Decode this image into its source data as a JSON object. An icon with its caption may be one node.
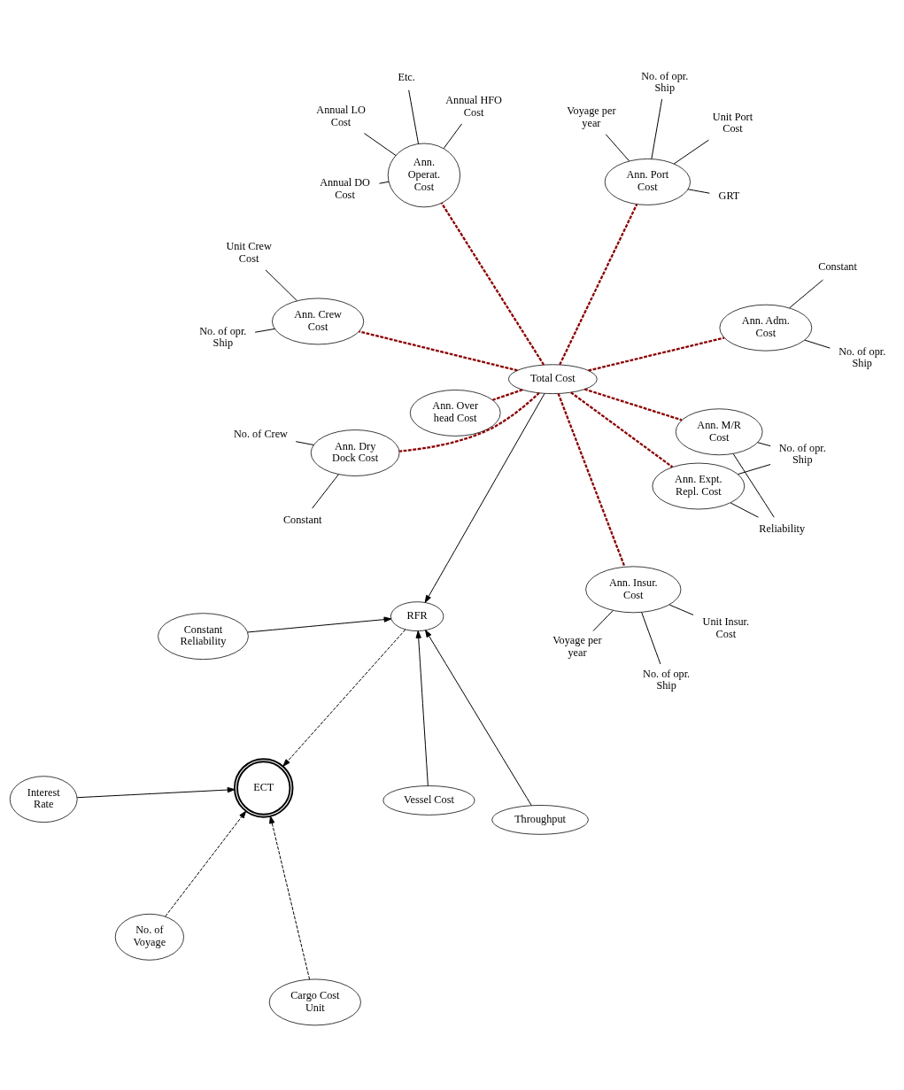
{
  "diagram": {
    "nodes": [
      {
        "text": [
          "No. of Voyage"
        ]
      },
      {
        "text": [
          "Cargo Cost Unit"
        ]
      },
      {
        "text": [
          "ECT"
        ]
      },
      {
        "text": [
          "Interest Rate"
        ]
      },
      {
        "text": [
          "Throughput"
        ]
      },
      {
        "text": [
          "Constant Reliability"
        ]
      },
      {
        "text": [
          "RFR"
        ]
      },
      {
        "text": [
          "Vessel Cost"
        ]
      },
      {
        "text": [
          "Ann. Crew Cost"
        ]
      },
      {
        "text": [
          "Ann. Dry Dock Cost"
        ]
      },
      {
        "text": [
          "Ann. Port Cost"
        ]
      },
      {
        "text": [
          "Ann. Over head Cost"
        ]
      },
      {
        "text": [
          "Total Cost"
        ]
      },
      {
        "text": [
          "Ann. Adm. Cost"
        ]
      },
      {
        "text": [
          "Ann. M/R Cost"
        ]
      },
      {
        "text": [
          "Ann. Expt. Repl. Cost"
        ]
      },
      {
        "text": [
          "Ann. Insur. Cost"
        ]
      },
      {
        "text": [
          "Ann. Operat. Cost"
        ]
      },
      {
        "text": [
          "No. of opr. Ship"
        ]
      },
      {
        "text": [
          "Unit Crew Cost"
        ]
      },
      {
        "text": [
          "No. of Crew"
        ]
      },
      {
        "text": [
          "Constant"
        ]
      },
      {
        "text": [
          "No. of opr. Ship"
        ]
      },
      {
        "text": [
          "Unit Port Cost"
        ]
      },
      {
        "text": [
          "Voyage per year"
        ]
      },
      {
        "text": [
          "GRT"
        ]
      },
      {
        "text": [
          "No. of opr. Ship"
        ]
      },
      {
        "text": [
          "Constant"
        ]
      },
      {
        "text": [
          "Reliability"
        ]
      },
      {
        "text": [
          "No. of opr. Ship"
        ]
      },
      {
        "text": [
          "Etc."
        ]
      },
      {
        "text": [
          "Unit Insur. Cost"
        ]
      },
      {
        "text": [
          "No. of opr. Ship"
        ]
      },
      {
        "text": [
          "Voyage per year"
        ]
      },
      {
        "text": [
          "Annual HFO Cost"
        ]
      },
      {
        "text": [
          "Annual DO Cost"
        ]
      },
      {
        "text": [
          "Annual LO Cost"
        ]
      }
    ],
    "edges": [
      {
        "from": 0,
        "to": 2,
        "arrow": "to",
        "style": "dashed"
      },
      {
        "from": 1,
        "to": 2,
        "arrow": "to",
        "style": "dashed"
      },
      {
        "from": 3,
        "to": 2,
        "arrow": "to"
      },
      {
        "from": 6,
        "to": 2,
        "arrow": "to",
        "style": "dashed"
      },
      {
        "from": 4,
        "to": 6,
        "arrow": "to"
      },
      {
        "from": 5,
        "to": 6,
        "arrow": "to"
      },
      {
        "from": 7,
        "to": 6,
        "arrow": "to"
      },
      {
        "from": 12,
        "to": 6,
        "arrow": "to"
      },
      {
        "from": 12,
        "to": 8,
        "arrow": "none",
        "style": "dashed",
        "color": "#8b0000"
      },
      {
        "from": 12,
        "to": 9,
        "arrow": "none",
        "style": "dashed",
        "color": "#8b0000"
      },
      {
        "from": 12,
        "to": 10,
        "arrow": "none",
        "style": "dashed",
        "color": "#8b0000"
      },
      {
        "from": 12,
        "to": 11,
        "arrow": "none",
        "style": "dashed",
        "color": "#8b0000"
      },
      {
        "from": 12,
        "to": 13,
        "arrow": "none",
        "style": "dashed",
        "color": "#8b0000"
      },
      {
        "from": 12,
        "to": 14,
        "arrow": "none",
        "style": "dashed",
        "color": "#8b0000"
      },
      {
        "from": 12,
        "to": 15,
        "arrow": "none",
        "style": "dashed",
        "color": "#8b0000"
      },
      {
        "from": 12,
        "to": 16,
        "arrow": "none",
        "style": "dashed",
        "color": "#8b0000"
      },
      {
        "from": 12,
        "to": 17,
        "arrow": "none",
        "style": "dashed",
        "color": "#8b0000"
      },
      {
        "from": 18,
        "to": 8,
        "arrow": "none"
      },
      {
        "from": 19,
        "to": 8,
        "arrow": "none"
      },
      {
        "from": 20,
        "to": 9,
        "arrow": "none"
      },
      {
        "from": 21,
        "to": 9,
        "arrow": "none"
      },
      {
        "from": 22,
        "to": 10,
        "arrow": "none"
      },
      {
        "from": 23,
        "to": 10,
        "arrow": "none"
      },
      {
        "from": 24,
        "to": 10,
        "arrow": "none"
      },
      {
        "from": 25,
        "to": 10,
        "arrow": "none"
      },
      {
        "from": 26,
        "to": 13,
        "arrow": "none"
      },
      {
        "from": 27,
        "to": 13,
        "arrow": "none"
      },
      {
        "from": 28,
        "to": 14,
        "arrow": "none"
      },
      {
        "from": 28,
        "to": 15,
        "arrow": "none"
      },
      {
        "from": 29,
        "to": 14,
        "arrow": "none"
      },
      {
        "from": 29,
        "to": 15,
        "arrow": "none"
      },
      {
        "from": 30,
        "to": 17,
        "arrow": "none"
      },
      {
        "from": 31,
        "to": 16,
        "arrow": "none"
      },
      {
        "from": 32,
        "to": 16,
        "arrow": "none"
      },
      {
        "from": 33,
        "to": 16,
        "arrow": "none"
      },
      {
        "from": 34,
        "to": 17,
        "arrow": "none"
      },
      {
        "from": 35,
        "to": 17,
        "arrow": "none"
      },
      {
        "from": 36,
        "to": 17,
        "arrow": "none"
      }
    ]
  }
}
